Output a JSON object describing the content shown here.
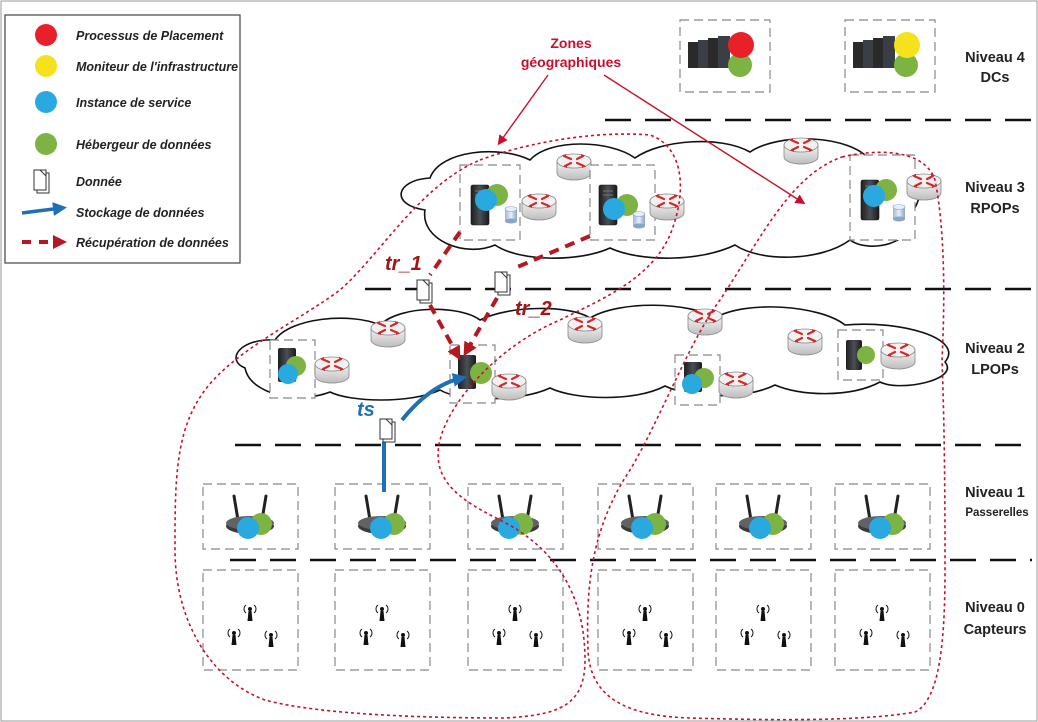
{
  "legend": {
    "placement": "Processus de Placement",
    "monitor": "Moniteur de l'infrastructure",
    "service": "Instance de service",
    "host": "Hébergeur de données",
    "data": "Donnée",
    "storage": "Stockage de données",
    "retrieval": "Récupération de données"
  },
  "zones": {
    "line1": "Zones",
    "line2": "géographiques"
  },
  "levels": [
    {
      "name": "Niveau 4",
      "sub": "DCs"
    },
    {
      "name": "Niveau 3",
      "sub": "RPOPs"
    },
    {
      "name": "Niveau 2",
      "sub": "LPOPs"
    },
    {
      "name": "Niveau 1",
      "sub": "Passerelles"
    },
    {
      "name": "Niveau 0",
      "sub": "Capteurs"
    }
  ],
  "labels": {
    "tr1": "tr_1",
    "tr2": "tr_2",
    "ts": "ts"
  },
  "colors": {
    "placement": "#e8202a",
    "monitor": "#f5e11c",
    "service": "#2aa9e0",
    "host": "#7cb342",
    "storage_arrow": "#1f6fb6",
    "retrieval_arrow": "#b3191e",
    "zone_border": "#c8102e"
  }
}
